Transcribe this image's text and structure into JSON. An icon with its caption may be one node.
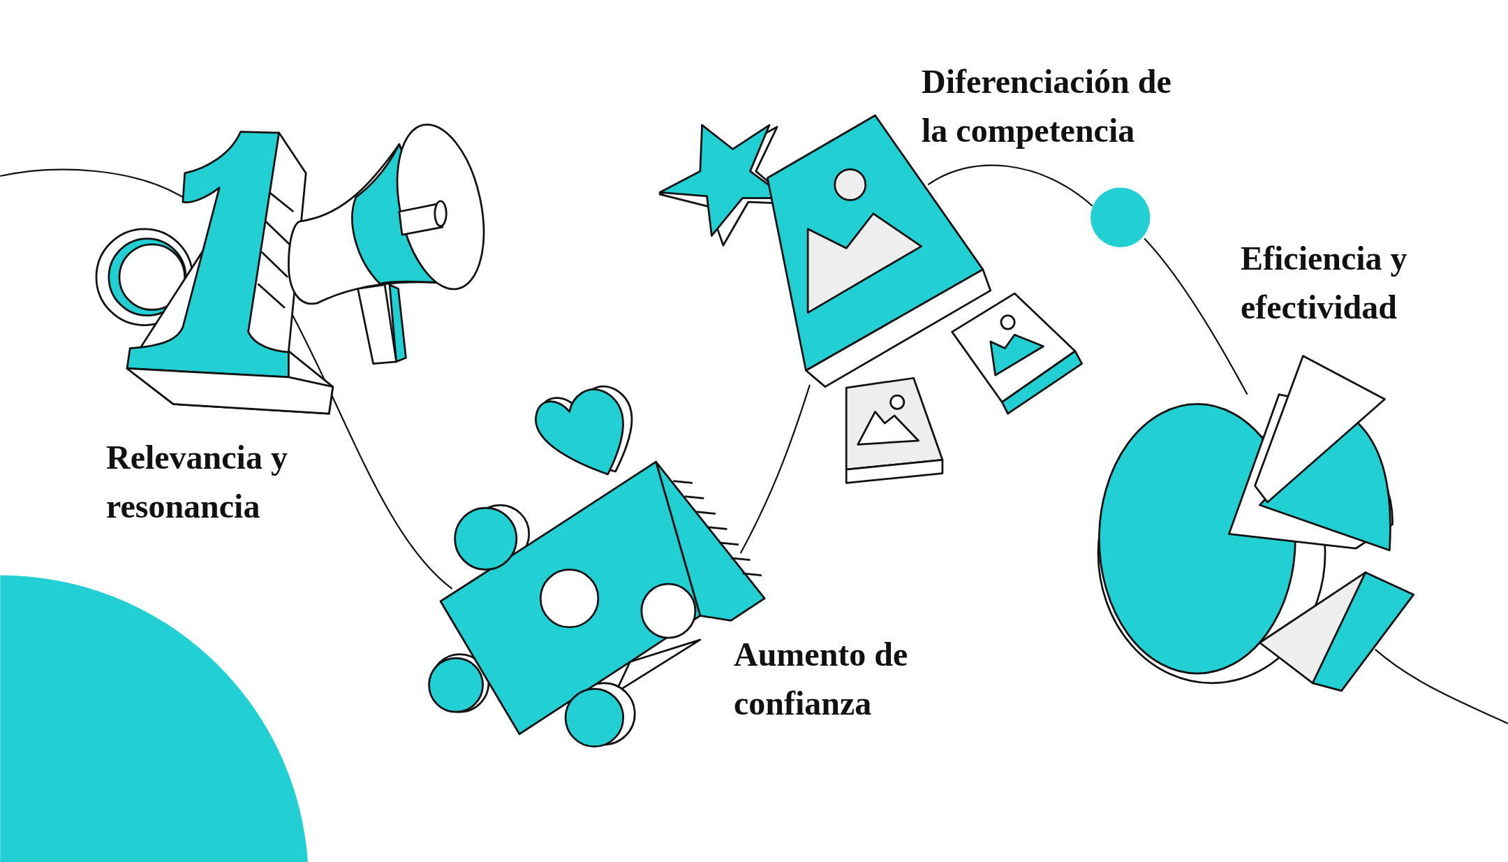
{
  "diagram": {
    "nodes": [
      {
        "text": [],
        "shape": "picture",
        "beside": [
          "Relevancia y resonancia"
        ]
      },
      {
        "text": [],
        "shape": "picture",
        "beside": [
          "Aumento de confianza"
        ]
      },
      {
        "text": [],
        "shape": "picture",
        "beside": [
          "Diferenciación de la competencia"
        ]
      },
      {
        "text": [],
        "shape": "circle"
      },
      {
        "text": [],
        "shape": "picture",
        "beside": [
          "Eficiencia y efectividad"
        ]
      }
    ],
    "edges": [
      {
        "from": null,
        "to": 0,
        "arrow": "none"
      },
      {
        "from": 0,
        "to": 1,
        "arrow": "none"
      },
      {
        "from": 1,
        "to": 2,
        "arrow": "none"
      },
      {
        "from": 2,
        "to": 3,
        "arrow": "none"
      },
      {
        "from": 3,
        "to": 4,
        "arrow": "none"
      },
      {
        "from": 4,
        "to": null,
        "arrow": "none"
      }
    ]
  }
}
